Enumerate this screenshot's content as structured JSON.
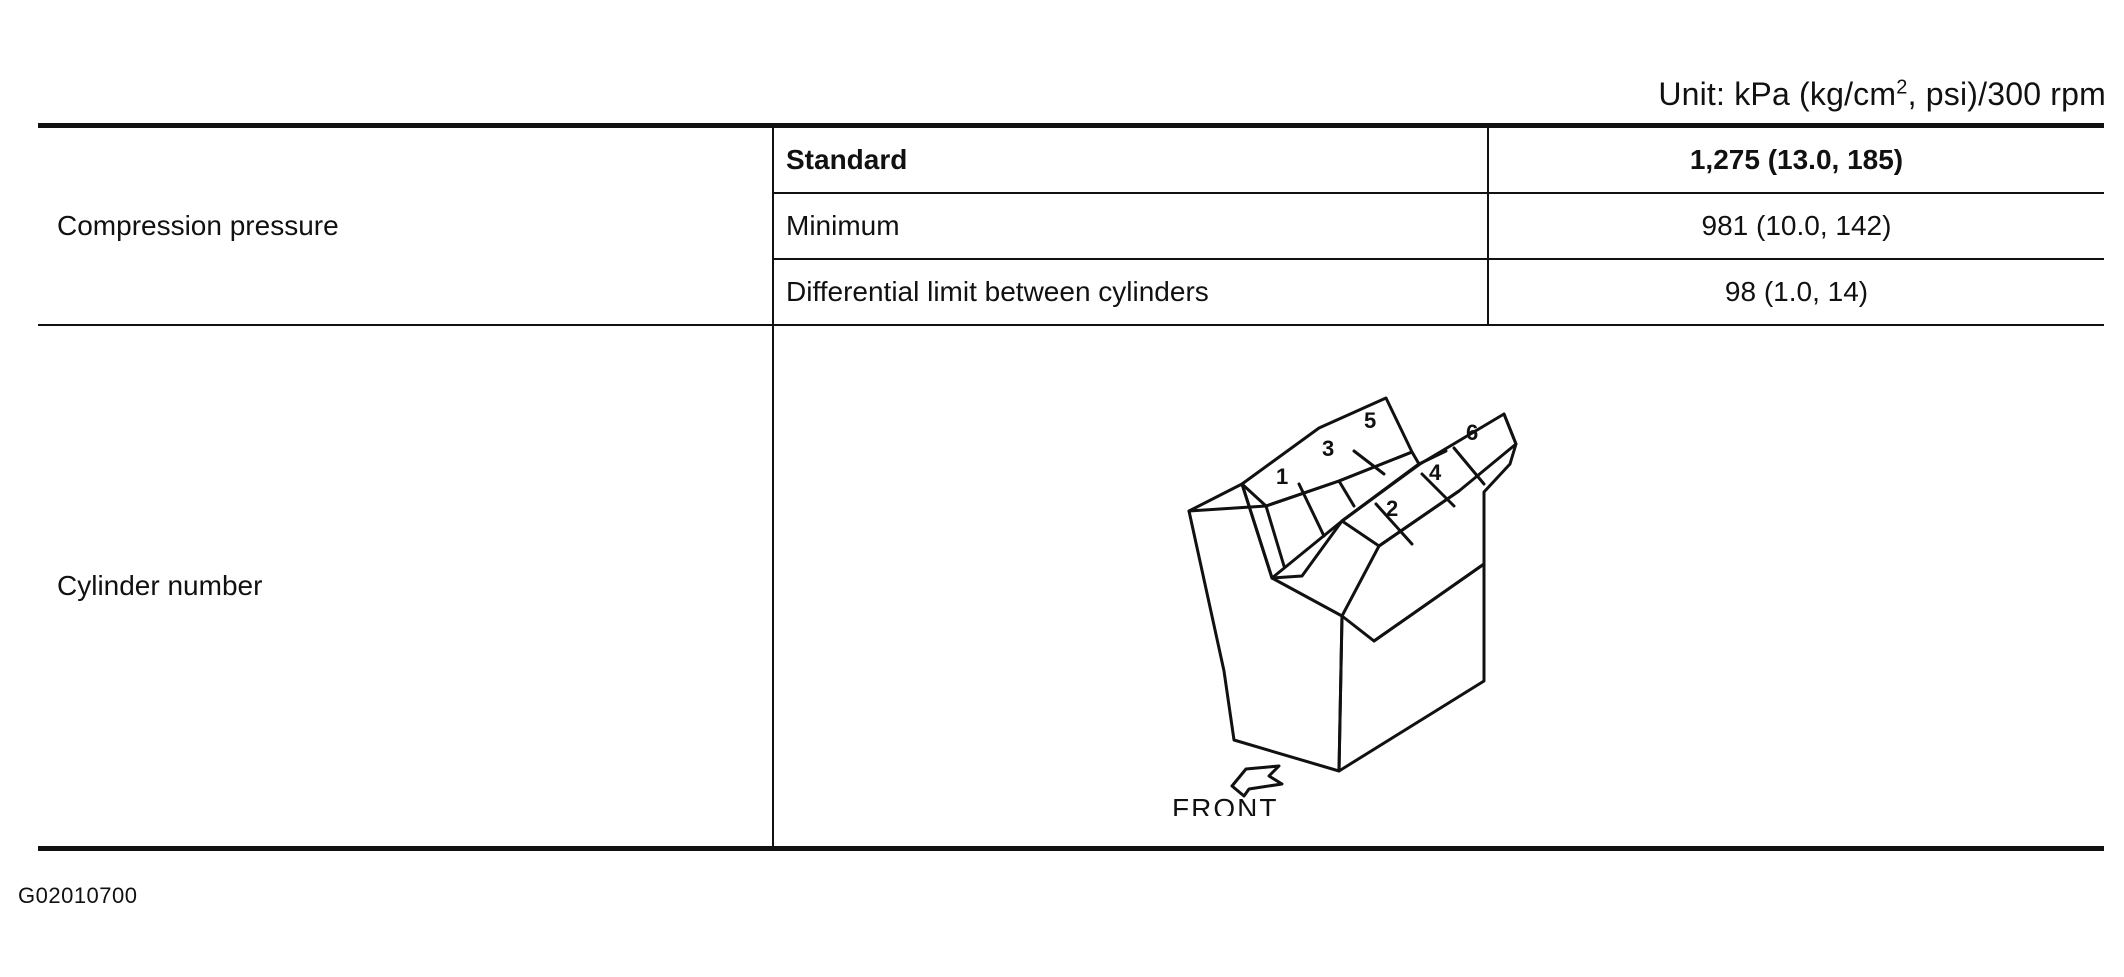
{
  "unit": {
    "prefix": "Unit: kPa (kg/cm",
    "superscript": "2",
    "suffix": ", psi)/300 rpm"
  },
  "compression": {
    "label": "Compression pressure",
    "rows": [
      {
        "label": "Standard",
        "value": "1,275 (13.0, 185)"
      },
      {
        "label": "Minimum",
        "value": "981 (10.0, 142)"
      },
      {
        "label": "Differential limit between cylinders",
        "value": "98 (1.0, 14)"
      }
    ]
  },
  "cylinder": {
    "label": "Cylinder number",
    "numbers": [
      "1",
      "2",
      "3",
      "4",
      "5",
      "6"
    ],
    "front_label": "FRONT"
  },
  "figure_code": "G02010700"
}
